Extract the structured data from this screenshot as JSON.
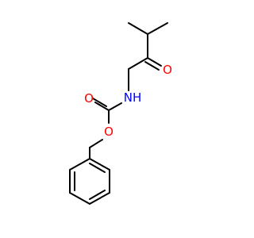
{
  "molecule": {
    "atoms": {
      "ketone_oxygen": {
        "symbol": "O",
        "color": "#ff0000"
      },
      "amide_nitrogen": {
        "symbol": "NH",
        "color": "#0000ff"
      },
      "carbonyl_oxygen": {
        "symbol": "O",
        "color": "#ff0000"
      },
      "ester_oxygen": {
        "symbol": "O",
        "color": "#ff0000"
      }
    },
    "bond_color": "#000000"
  }
}
